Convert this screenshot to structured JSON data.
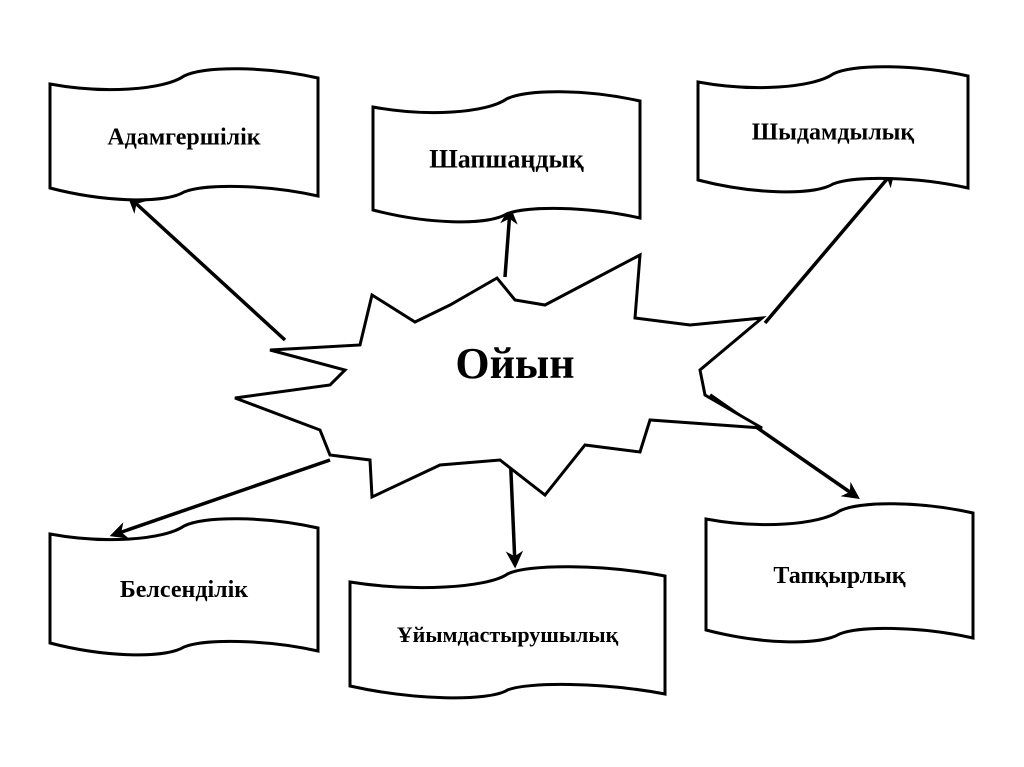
{
  "center": {
    "label": "Ойын"
  },
  "nodes": [
    {
      "label": "Адамгершілік"
    },
    {
      "label": "Шапшаңдық"
    },
    {
      "label": "Шыдамдылық"
    },
    {
      "label": "Белсенділік"
    },
    {
      "label": "Ұйымдастырушылық"
    },
    {
      "label": "Тапқырлық"
    }
  ]
}
